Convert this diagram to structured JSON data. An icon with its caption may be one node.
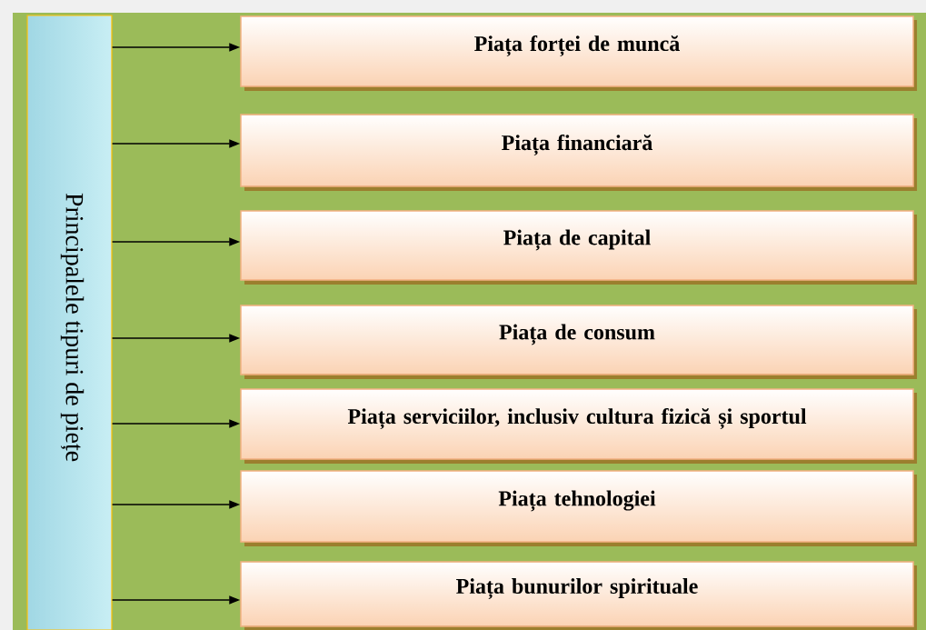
{
  "diagram": {
    "nodes": [
      {
        "text": [
          "Principalele tipuri de piețe"
        ]
      },
      {
        "text": [
          "Piața forței de muncă"
        ]
      },
      {
        "text": [
          "Piața financiară"
        ]
      },
      {
        "text": [
          "Piața de capital"
        ]
      },
      {
        "text": [
          "Piața de consum"
        ]
      },
      {
        "text": [
          "Piața serviciilor, inclusiv cultura fizică și sportul"
        ]
      },
      {
        "text": [
          "Piața tehnologiei"
        ]
      },
      {
        "text": [
          "Piața bunurilor spirituale"
        ]
      }
    ],
    "edges": [
      {
        "from": 0,
        "to": 1,
        "arrow": "to"
      },
      {
        "from": 0,
        "to": 2,
        "arrow": "to"
      },
      {
        "from": 0,
        "to": 3,
        "arrow": "to"
      },
      {
        "from": 0,
        "to": 4,
        "arrow": "to"
      },
      {
        "from": 0,
        "to": 5,
        "arrow": "to"
      },
      {
        "from": 0,
        "to": 6,
        "arrow": "to"
      },
      {
        "from": 0,
        "to": 7,
        "arrow": "to"
      }
    ]
  }
}
